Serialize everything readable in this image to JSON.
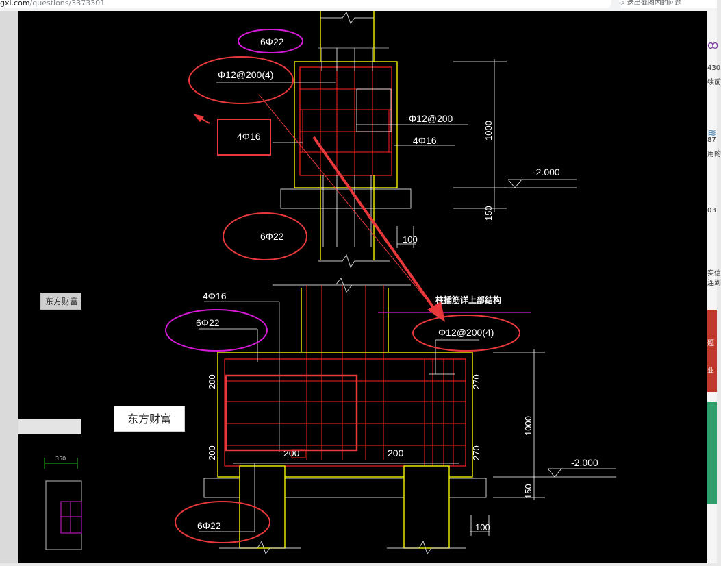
{
  "browser": {
    "url_host": "gxi.com",
    "url_path": "/questions/3373301",
    "search_placeholder": "送出截图内的问题"
  },
  "right_panel": {
    "items": [
      "430",
      "续前",
      "87",
      "用的",
      "03",
      "实信",
      "连到",
      "题",
      "业"
    ]
  },
  "watermarks": {
    "small": "东方财富",
    "large": "东方财富"
  },
  "drawing": {
    "top": {
      "label_6phi22_top": "6Φ22",
      "label_phi12_200_4": "Φ12@200(4)",
      "label_4phi16_box": "4Φ16",
      "label_phi12_200": "Φ12@200",
      "label_4phi16_right": "4Φ16",
      "label_6phi22_bottom": "6Φ22",
      "dim_1000": "1000",
      "dim_150": "150",
      "dim_100": "100",
      "elev": "-2.000"
    },
    "bottom": {
      "label_4phi16": "4Φ16",
      "label_6phi22_top": "6Φ22",
      "label_note": "柱插筋详上部结构",
      "label_phi12_200_4": "Φ12@200(4)",
      "dim_200_l1": "200",
      "dim_200_l2": "200",
      "dim_270_r1": "270",
      "dim_270_r2": "270",
      "dim_200_mid": "200",
      "dim_200_mid2": "200",
      "dim_1000": "1000",
      "dim_150": "150",
      "dim_100": "100",
      "elev": "-2.000",
      "label_6phi22_bottom": "6Φ22"
    },
    "thumb_dim": "350"
  },
  "colors": {
    "yellow": "#e6e600",
    "red": "#ff2020",
    "white": "#ffffff",
    "gray": "#bfbfbf",
    "annot_red": "#e8383b",
    "annot_magenta": "#d41ad6"
  }
}
